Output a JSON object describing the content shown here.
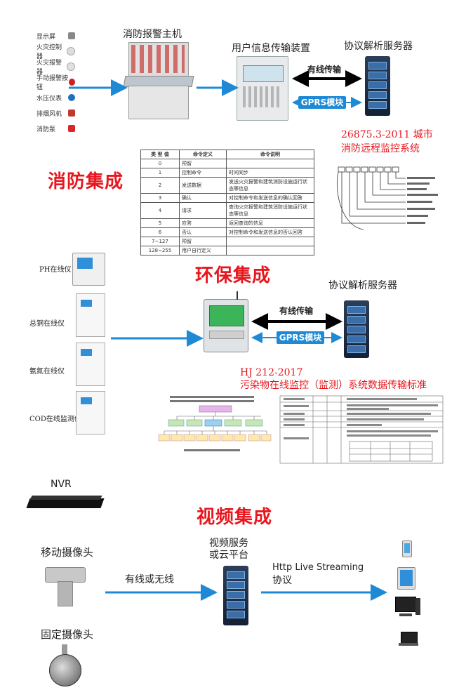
{
  "fire": {
    "title": "消防集成",
    "host_label": "消防报警主机",
    "transmitter_label": "用户信息传输装置",
    "server_label": "协议解析服务器",
    "wired_label": "有线传输",
    "gprs_label": "GPRS模块",
    "standard": [
      "26875.3-2011 城市",
      "消防远程监控系统"
    ],
    "devices": [
      "显示屏",
      "火灾控制器",
      "火灾报警器",
      "手动报警按钮",
      "水压仪表",
      "排烟风机",
      "消防泵"
    ],
    "device_colors": [
      "#888888",
      "#cc2222",
      "#cc2222",
      "#cc2222",
      "#1e6fbf",
      "#c0392b",
      "#d62828"
    ],
    "table_headers": [
      "类 型 值",
      "命令定义",
      "命令说明"
    ],
    "table_rows": [
      [
        "0",
        "预留",
        ""
      ],
      [
        "1",
        "控制命令",
        "时间同步"
      ],
      [
        "2",
        "发送数据",
        "发送火灾报警和建筑消防设施运行状态等信息"
      ],
      [
        "3",
        "确认",
        "对控制命令和发送信息的确认回答"
      ],
      [
        "4",
        "请求",
        "查询火灾报警和建筑消防设施运行状态等信息"
      ],
      [
        "5",
        "应答",
        "返回查询的信息"
      ],
      [
        "6",
        "否认",
        "对控制命令和发送信息的否认回答"
      ],
      [
        "7~127",
        "预留",
        ""
      ],
      [
        "128~255",
        "用户自行定义",
        ""
      ]
    ]
  },
  "env": {
    "title": "环保集成",
    "server_label": "协议解析服务器",
    "wired_label": "有线传输",
    "gprs_label": "GPRS模块",
    "standard": [
      "HJ 212-2017",
      "污染物在线监控（监测）系统数据传输标准"
    ],
    "instruments": [
      "PH在线仪",
      "总铜在线仪",
      "氨氮在线仪",
      "COD在线监测仪"
    ]
  },
  "video": {
    "title": "视频集成",
    "nvr_label": "NVR",
    "mobile_cam_label": "移动摄像头",
    "fixed_cam_label": "固定摄像头",
    "link_label": "有线或无线",
    "platform_label": [
      "视频服务",
      "或云平台"
    ],
    "protocol_label": [
      "Http Live Streaming",
      "协议"
    ]
  },
  "colors": {
    "accent_red": "#e8171e",
    "arrow_blue": "#1e8ad6",
    "server_dark": "#1a2740"
  }
}
